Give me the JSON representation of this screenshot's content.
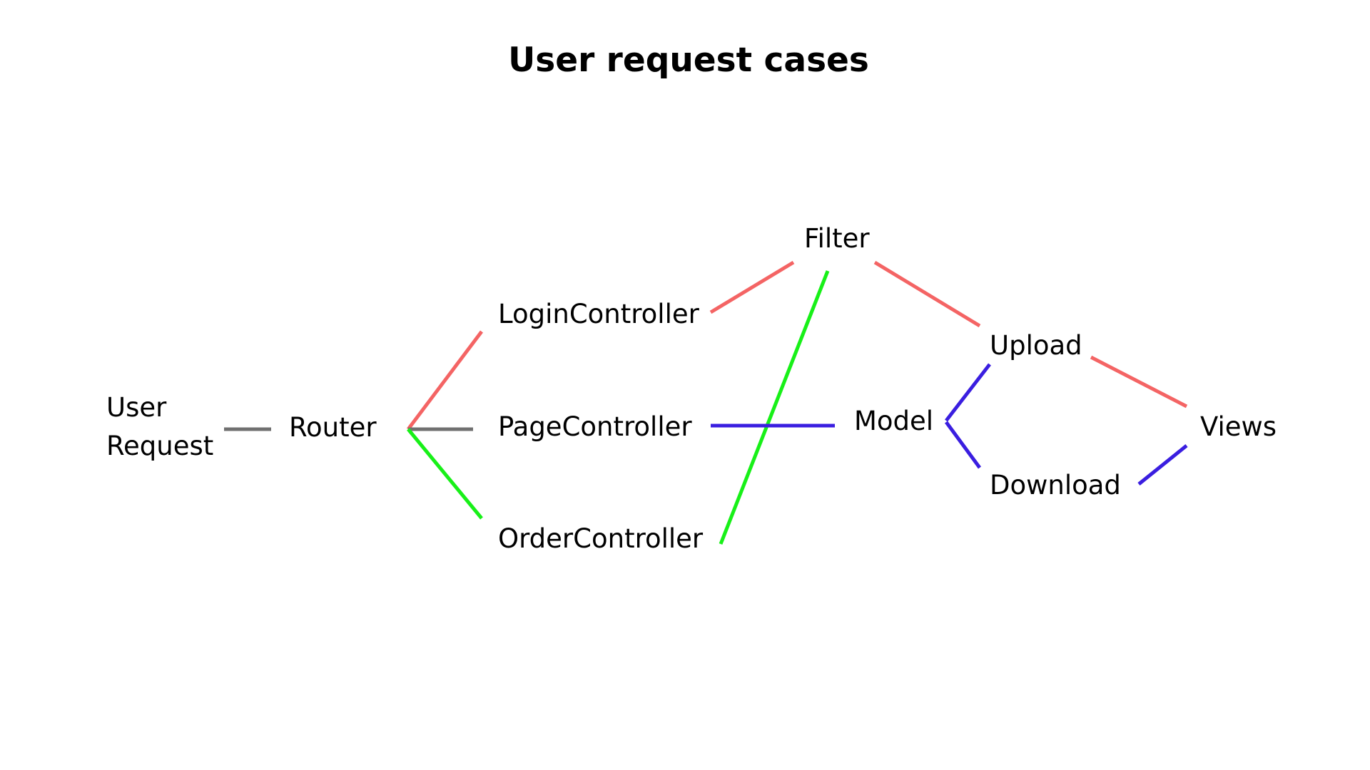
{
  "title": "User request cases",
  "nodes": {
    "user_request": "User\nRequest",
    "router": "Router",
    "login_controller": "LoginController",
    "page_controller": "PageController",
    "order_controller": "OrderController",
    "filter": "Filter",
    "model": "Model",
    "upload": "Upload",
    "download": "Download",
    "views": "Views"
  },
  "colors": {
    "gray": "#707070",
    "red": "#f46464",
    "green": "#18f018",
    "blue": "#3a1ee0"
  },
  "edges": [
    {
      "from": "User Request",
      "to": "Router",
      "color": "gray"
    },
    {
      "from": "Router",
      "to": "LoginController",
      "color": "red"
    },
    {
      "from": "Router",
      "to": "PageController",
      "color": "gray"
    },
    {
      "from": "Router",
      "to": "OrderController",
      "color": "green"
    },
    {
      "from": "LoginController",
      "to": "Filter",
      "color": "red"
    },
    {
      "from": "OrderController",
      "to": "Filter",
      "color": "green"
    },
    {
      "from": "PageController",
      "to": "Model",
      "color": "blue"
    },
    {
      "from": "Filter",
      "to": "Upload",
      "color": "red"
    },
    {
      "from": "Model",
      "to": "Upload",
      "color": "blue"
    },
    {
      "from": "Model",
      "to": "Download",
      "color": "blue"
    },
    {
      "from": "Upload",
      "to": "Views",
      "color": "red"
    },
    {
      "from": "Download",
      "to": "Views",
      "color": "blue"
    }
  ]
}
